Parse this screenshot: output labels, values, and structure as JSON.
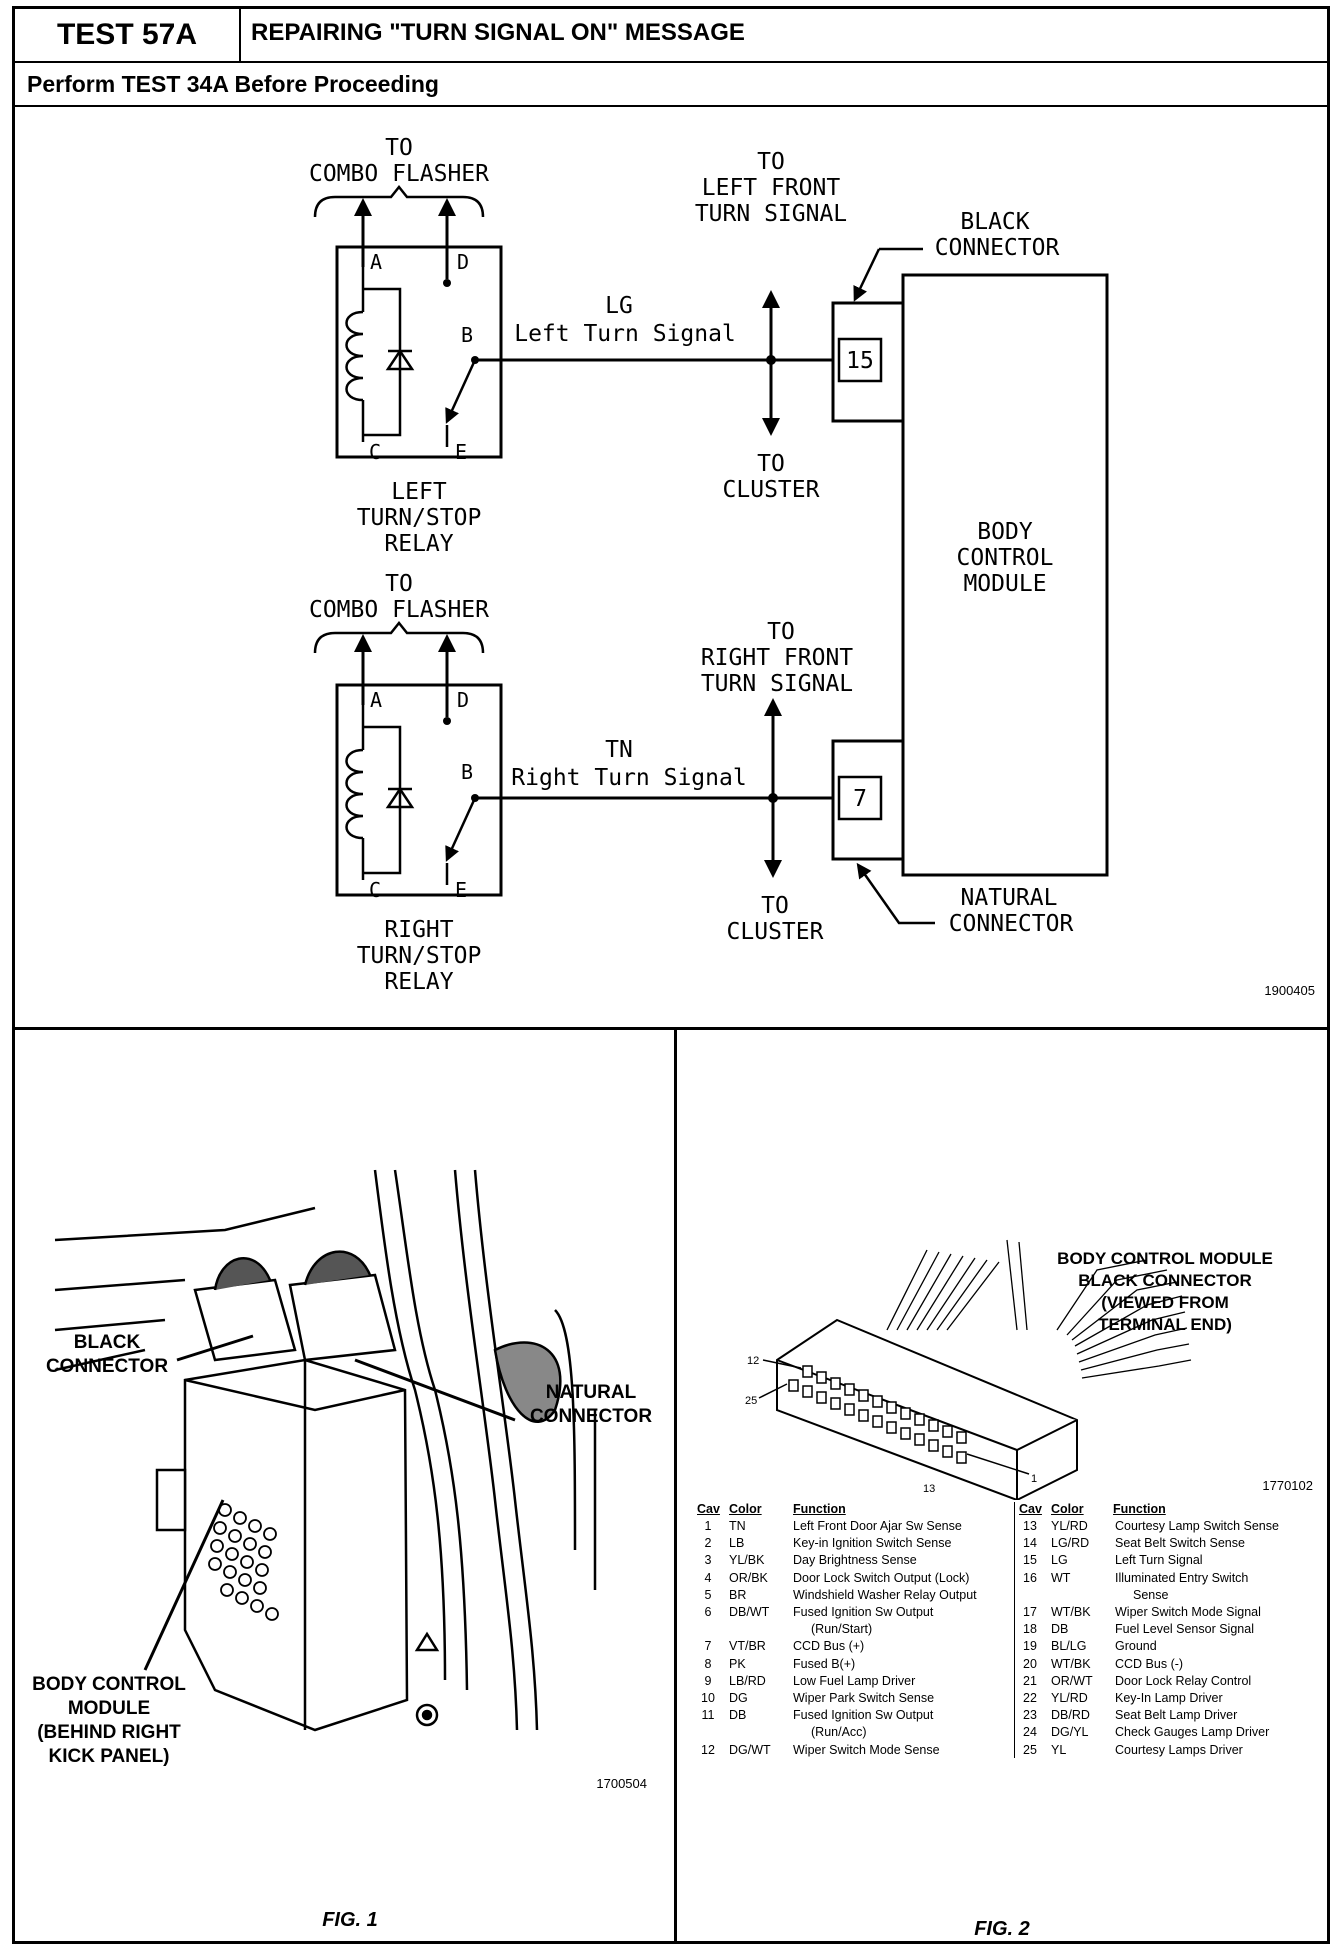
{
  "header": {
    "test_id": "TEST 57A",
    "title": "REPAIRING \"TURN SIGNAL ON\" MESSAGE",
    "pre_note": "Perform TEST 34A Before Proceeding"
  },
  "wiring": {
    "to": "TO",
    "combo_flasher": "COMBO FLASHER",
    "left_relay": {
      "line1": "LEFT",
      "line2": "TURN/STOP",
      "line3": "RELAY"
    },
    "right_relay": {
      "line1": "RIGHT",
      "line2": "TURN/STOP",
      "line3": "RELAY"
    },
    "pins": {
      "a": "A",
      "b": "B",
      "c": "C",
      "d": "D",
      "e": "E"
    },
    "left_wire": {
      "color_code": "LG",
      "name": "Left Turn Signal"
    },
    "right_wire": {
      "color_code": "TN",
      "name": "Right Turn Signal"
    },
    "left_front_signal": {
      "line2": "LEFT FRONT",
      "line3": "TURN SIGNAL"
    },
    "right_front_signal": {
      "line2": "RIGHT FRONT",
      "line3": "TURN SIGNAL"
    },
    "cluster": "CLUSTER",
    "black_connector": {
      "line1": "BLACK",
      "line2": "CONNECTOR"
    },
    "natural_connector": {
      "line1": "NATURAL",
      "line2": "CONNECTOR"
    },
    "cavity_left": "15",
    "cavity_right": "7",
    "bcm": {
      "line1": "BODY",
      "line2": "CONTROL",
      "line3": "MODULE"
    },
    "figure_number": "1900405"
  },
  "fig1": {
    "black_connector": {
      "line1": "BLACK",
      "line2": "CONNECTOR"
    },
    "natural_connector": {
      "line1": "NATURAL",
      "line2": "CONNECTOR"
    },
    "bcm": {
      "line1": "BODY CONTROL",
      "line2": "MODULE",
      "line3": "(BEHIND RIGHT",
      "line4": "KICK PANEL)"
    },
    "figure_number": "1700504",
    "caption": "FIG. 1"
  },
  "fig2": {
    "title": {
      "line1": "BODY CONTROL MODULE",
      "line2": "BLACK CONNECTOR",
      "line3": "(VIEWED FROM",
      "line4": "TERMINAL END)"
    },
    "pin_labels": {
      "p12": "12",
      "p25": "25",
      "p13": "13",
      "p1": "1"
    },
    "figure_number": "1770102",
    "caption": "FIG. 2",
    "table_headers": {
      "cav": "Cav",
      "color": "Color",
      "function": "Function"
    },
    "left_rows": [
      {
        "cav": "1",
        "color": "TN",
        "function": "Left Front Door Ajar Sw Sense"
      },
      {
        "cav": "2",
        "color": "LB",
        "function": "Key-in Ignition Switch Sense"
      },
      {
        "cav": "3",
        "color": "YL/BK",
        "function": "Day Brightness Sense"
      },
      {
        "cav": "4",
        "color": "OR/BK",
        "function": "Door Lock Switch Output (Lock)"
      },
      {
        "cav": "5",
        "color": "BR",
        "function": "Windshield Washer Relay Output"
      },
      {
        "cav": "6",
        "color": "DB/WT",
        "function": "Fused Ignition Sw Output"
      },
      {
        "cav": "",
        "color": "",
        "function": "(Run/Start)"
      },
      {
        "cav": "7",
        "color": "VT/BR",
        "function": "CCD Bus (+)"
      },
      {
        "cav": "8",
        "color": "PK",
        "function": "Fused B(+)"
      },
      {
        "cav": "9",
        "color": "LB/RD",
        "function": "Low Fuel Lamp Driver"
      },
      {
        "cav": "10",
        "color": "DG",
        "function": "Wiper Park Switch Sense"
      },
      {
        "cav": "11",
        "color": "DB",
        "function": "Fused Ignition Sw Output"
      },
      {
        "cav": "",
        "color": "",
        "function": "(Run/Acc)"
      },
      {
        "cav": "12",
        "color": "DG/WT",
        "function": "Wiper Switch Mode Sense"
      }
    ],
    "right_rows": [
      {
        "cav": "13",
        "color": "YL/RD",
        "function": "Courtesy Lamp Switch Sense"
      },
      {
        "cav": "14",
        "color": "LG/RD",
        "function": "Seat Belt Switch Sense"
      },
      {
        "cav": "15",
        "color": "LG",
        "function": "Left Turn Signal"
      },
      {
        "cav": "16",
        "color": "WT",
        "function": "Illuminated Entry Switch"
      },
      {
        "cav": "",
        "color": "",
        "function": "Sense"
      },
      {
        "cav": "17",
        "color": "WT/BK",
        "function": "Wiper Switch Mode Signal"
      },
      {
        "cav": "18",
        "color": "DB",
        "function": "Fuel Level Sensor Signal"
      },
      {
        "cav": "19",
        "color": "BL/LG",
        "function": "Ground"
      },
      {
        "cav": "20",
        "color": "WT/BK",
        "function": "CCD Bus (-)"
      },
      {
        "cav": "21",
        "color": "OR/WT",
        "function": "Door Lock Relay Control"
      },
      {
        "cav": "22",
        "color": "YL/RD",
        "function": "Key-In Lamp Driver"
      },
      {
        "cav": "23",
        "color": "DB/RD",
        "function": "Seat Belt Lamp Driver"
      },
      {
        "cav": "24",
        "color": "DG/YL",
        "function": "Check Gauges Lamp Driver"
      },
      {
        "cav": "25",
        "color": "YL",
        "function": "Courtesy Lamps Driver"
      }
    ]
  }
}
